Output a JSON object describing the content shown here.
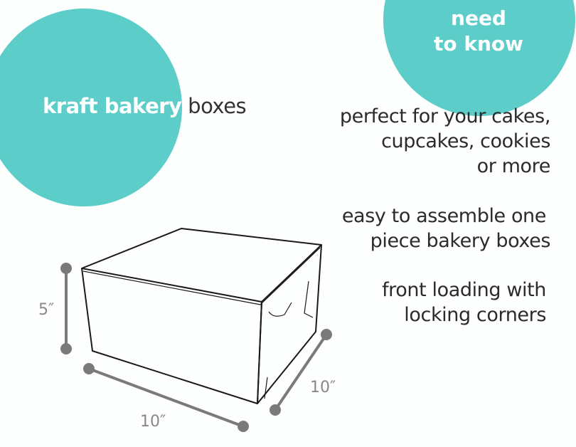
{
  "colors": {
    "accent": "#5ccdc9",
    "dimension": "#7a7a7a",
    "text": "#2b2b2b"
  },
  "title": {
    "bold": "kraft bakery",
    "rest": " boxes"
  },
  "badge": {
    "line1": "need",
    "line2": "to know"
  },
  "features": [
    {
      "lines": [
        "perfect for your cakes,",
        "cupcakes, cookies",
        "or more"
      ]
    },
    {
      "lines": [
        "easy to assemble one",
        "piece bakery boxes"
      ]
    },
    {
      "lines": [
        "front loading with",
        "locking corners"
      ]
    }
  ],
  "dimensions": {
    "height": "5″",
    "width": "10″",
    "depth": "10″"
  }
}
